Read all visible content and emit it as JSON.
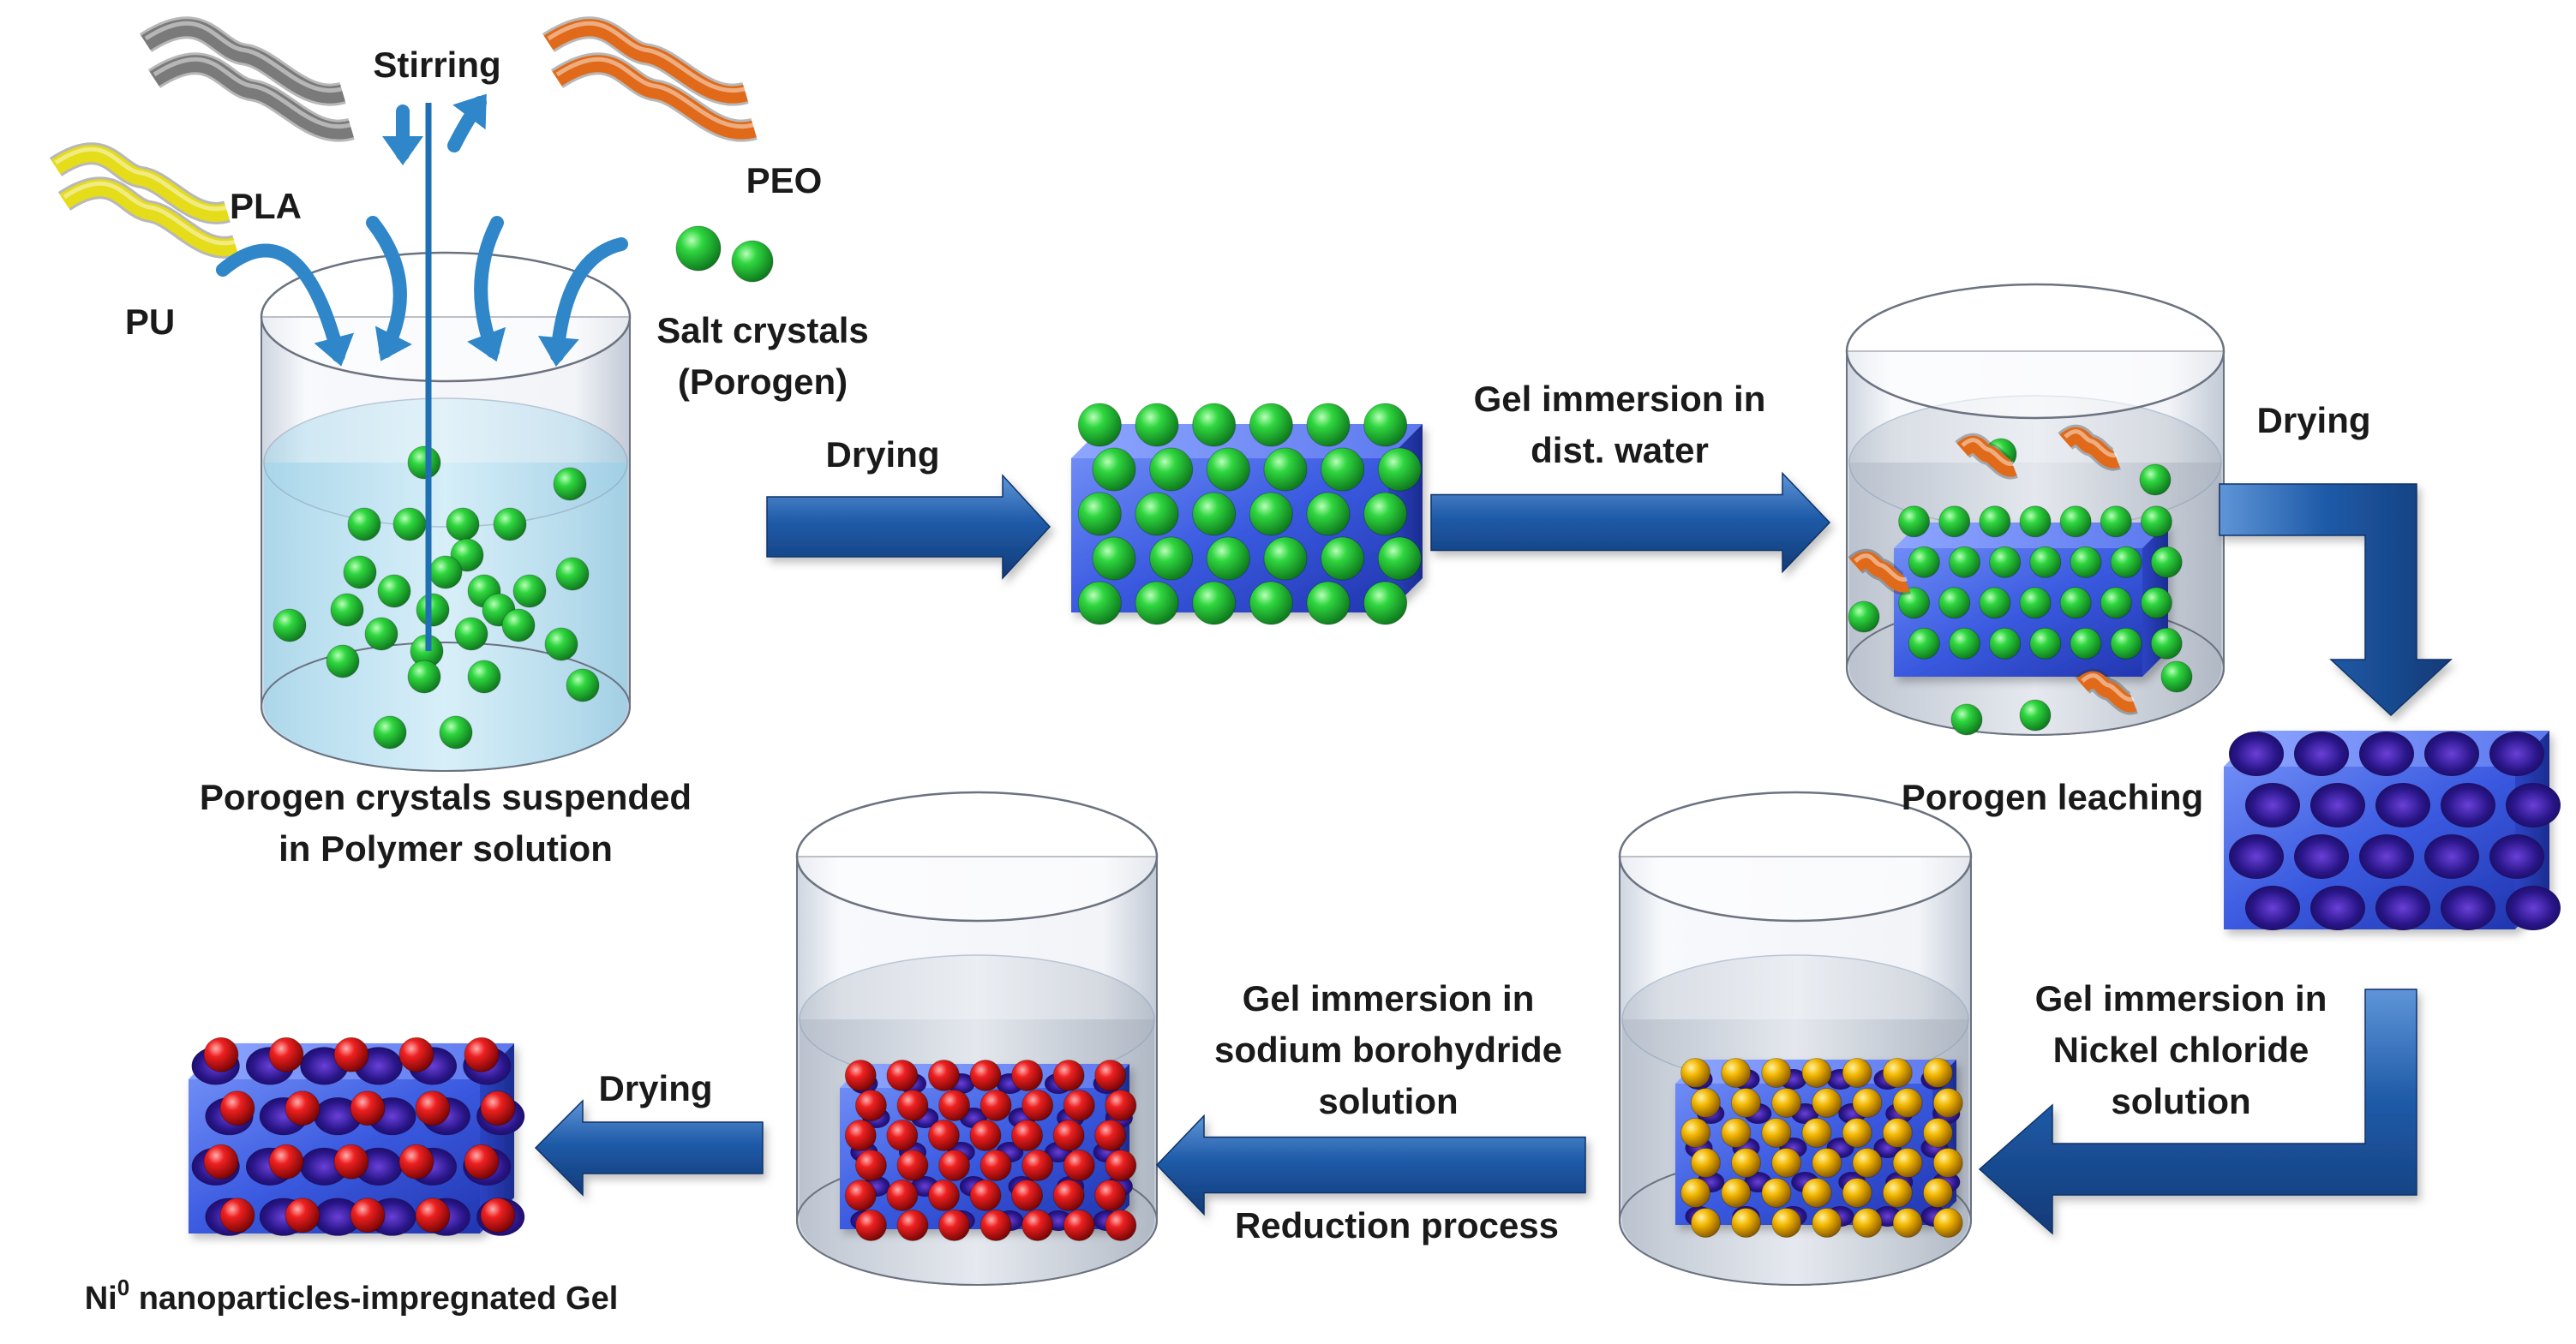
{
  "labels": {
    "stirring": "Stirring",
    "pla": "PLA",
    "pu": "PU",
    "peo": "PEO",
    "salt_line1": "Salt crystals",
    "salt_line2": "(Porogen)",
    "step1_line1": "Porogen crystals suspended",
    "step1_line2": "in Polymer solution",
    "drying1": "Drying",
    "immersion_water_line1": "Gel immersion in",
    "immersion_water_line2": "dist. water",
    "drying2": "Drying",
    "porogen_leaching": "Porogen leaching",
    "nickel_line1": "Gel immersion in",
    "nickel_line2": "Nickel chloride",
    "nickel_line3": "solution",
    "borohydride_line1": "Gel immersion in",
    "borohydride_line2": "sodium borohydride",
    "borohydride_line3": "solution",
    "reduction": "Reduction process",
    "drying3": "Drying",
    "final_main": "Ni",
    "final_sup": "0",
    "final_rest": " nanoparticles-impregnated Gel"
  },
  "colors": {
    "arrow": "#1f5ba8",
    "salt": "#22c33a",
    "nickel_salt": "#f0b400",
    "nickel_np": "#e01818",
    "gel": "#3a55d8",
    "pores": "#2a1a8a",
    "pla": "#7a7a7a",
    "pu": "#e5dc1a",
    "peo": "#e06a1a",
    "solution": "#bde4f3"
  }
}
